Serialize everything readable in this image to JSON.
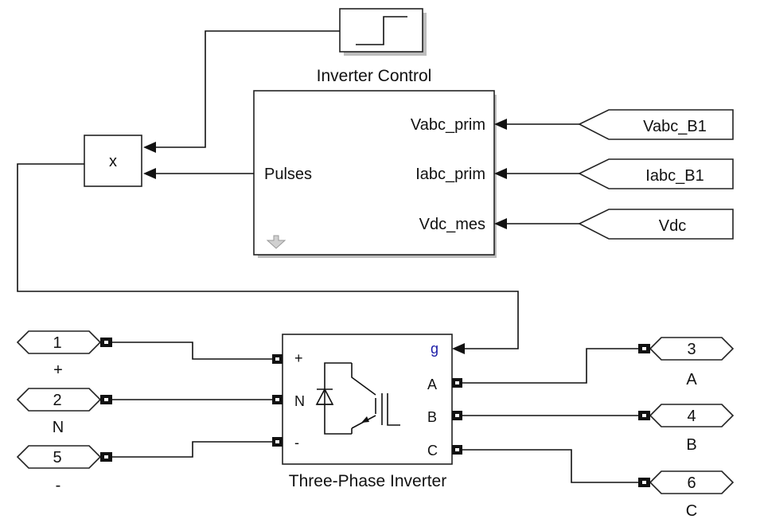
{
  "inverter_control": {
    "title": "Inverter Control",
    "inputs": [
      "Vabc_prim",
      "Iabc_prim",
      "Vdc_mes"
    ],
    "output": "Pulses"
  },
  "product_block": {
    "symbol": "x"
  },
  "step_block": {
    "icon": "step-signal-icon"
  },
  "goto_tags": [
    "Vabc_B1",
    "Iabc_B1",
    "Vdc"
  ],
  "inverter": {
    "title": "Three-Phase Inverter",
    "left_ports": [
      "+",
      "N",
      "-"
    ],
    "gate_port": "g",
    "right_ports": [
      "A",
      "B",
      "C"
    ],
    "icon": "igbt-diode-icon"
  },
  "in_ports": [
    {
      "number": "1",
      "label": "+"
    },
    {
      "number": "2",
      "label": "N"
    },
    {
      "number": "5",
      "label": "-"
    }
  ],
  "out_ports": [
    {
      "number": "3",
      "label": "A"
    },
    {
      "number": "4",
      "label": "B"
    },
    {
      "number": "6",
      "label": "C"
    }
  ],
  "colors": {
    "line": "#111111",
    "gate_port_label": "#1a1aa6",
    "shadow": "#bdbdbd"
  }
}
